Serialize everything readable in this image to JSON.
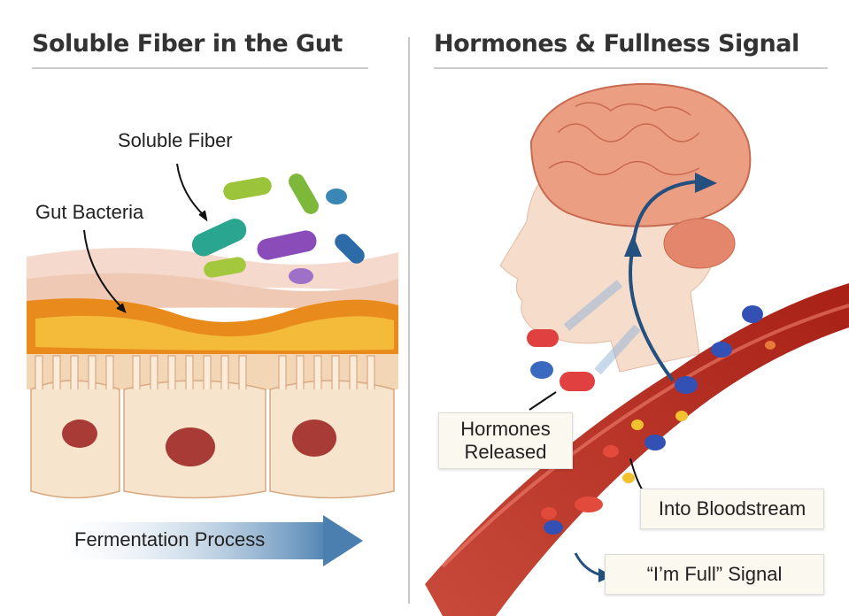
{
  "left_panel": {
    "title": "Soluble Fiber in the Gut",
    "labels": {
      "soluble_fiber": "Soluble Fiber",
      "gut_bacteria": "Gut Bacteria",
      "fermentation": "Fermentation Process"
    }
  },
  "right_panel": {
    "title": "Hormones & Fullness Signal",
    "labels": {
      "hormones_line1": "Hormones",
      "hormones_line2": "Released",
      "bloodstream": "Into Bloodstream",
      "full_signal": "“I’m Full” Signal"
    }
  },
  "colors": {
    "title": "#333333",
    "arrow_blue": "#2f5d8a",
    "vessel_red": "#b3281e",
    "gut_orange": "#e98a1c"
  }
}
